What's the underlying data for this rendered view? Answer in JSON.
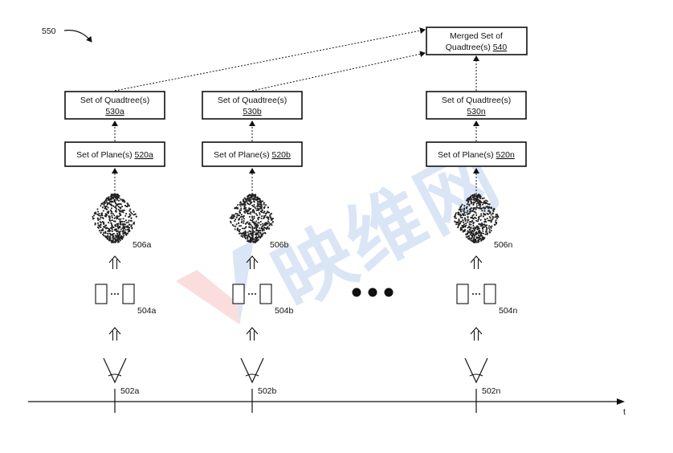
{
  "figure_label": "550",
  "merged": {
    "line1": "Merged Set of",
    "line2_prefix": "Quadtree(s) ",
    "line2_ref": "540"
  },
  "columns": [
    {
      "quadtree_line1": "Set of Quadtree(s)",
      "quadtree_ref": "530a",
      "plane_prefix": "Set of Plane(s) ",
      "plane_ref": "520a",
      "cloud_label": "506a",
      "images_label": "504a",
      "camera_label": "502a"
    },
    {
      "quadtree_line1": "Set of Quadtree(s)",
      "quadtree_ref": "530b",
      "plane_prefix": "Set of Plane(s) ",
      "plane_ref": "520b",
      "cloud_label": "506b",
      "images_label": "504b",
      "camera_label": "502b"
    },
    {
      "quadtree_line1": "Set of Quadtree(s)",
      "quadtree_ref": "530n",
      "plane_prefix": "Set of Plane(s) ",
      "plane_ref": "520n",
      "cloud_label": "506n",
      "images_label": "504n",
      "camera_label": "502n"
    }
  ],
  "time_axis_label": "t",
  "watermark": {
    "text": "映维网",
    "colors": [
      "#1f63c8",
      "#e23b3b"
    ]
  }
}
